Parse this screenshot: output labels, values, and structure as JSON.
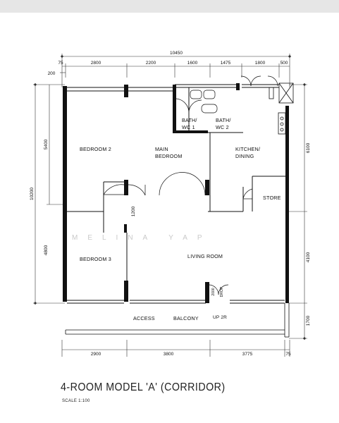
{
  "title": "4-ROOM MODEL 'A' (CORRIDOR)",
  "scale": "SCALE  1:100",
  "watermark": "MELINA YAP",
  "rooms": {
    "bedroom2": "BEDROOM 2",
    "main_bedroom_1": "MAIN",
    "main_bedroom_2": "BEDROOM",
    "bath1_a": "BATH/",
    "bath1_b": "WC 1",
    "bath2_a": "BATH/",
    "bath2_b": "WC 2",
    "kitchen_1": "KITCHEN/",
    "kitchen_2": "DINING",
    "store": "STORE",
    "bedroom3": "BEDROOM 3",
    "living": "LIVING ROOM",
    "access": "ACCESS",
    "balcony": "BALCONY",
    "up": "UP 2R"
  },
  "dimensions": {
    "top_total": "10450",
    "top_segments": [
      "75",
      "2800",
      "2200",
      "1600",
      "1475",
      "1800",
      "500"
    ],
    "top_offset": "200",
    "left_total": "10200",
    "left_upper": "5400",
    "left_lower": "4800",
    "right_segments": [
      "6100",
      "4100",
      "1700"
    ],
    "bottom_segments": [
      "2900",
      "3800",
      "3775",
      "75"
    ],
    "inner": "1200",
    "door_a": "2000",
    "door_b": "DROP"
  }
}
